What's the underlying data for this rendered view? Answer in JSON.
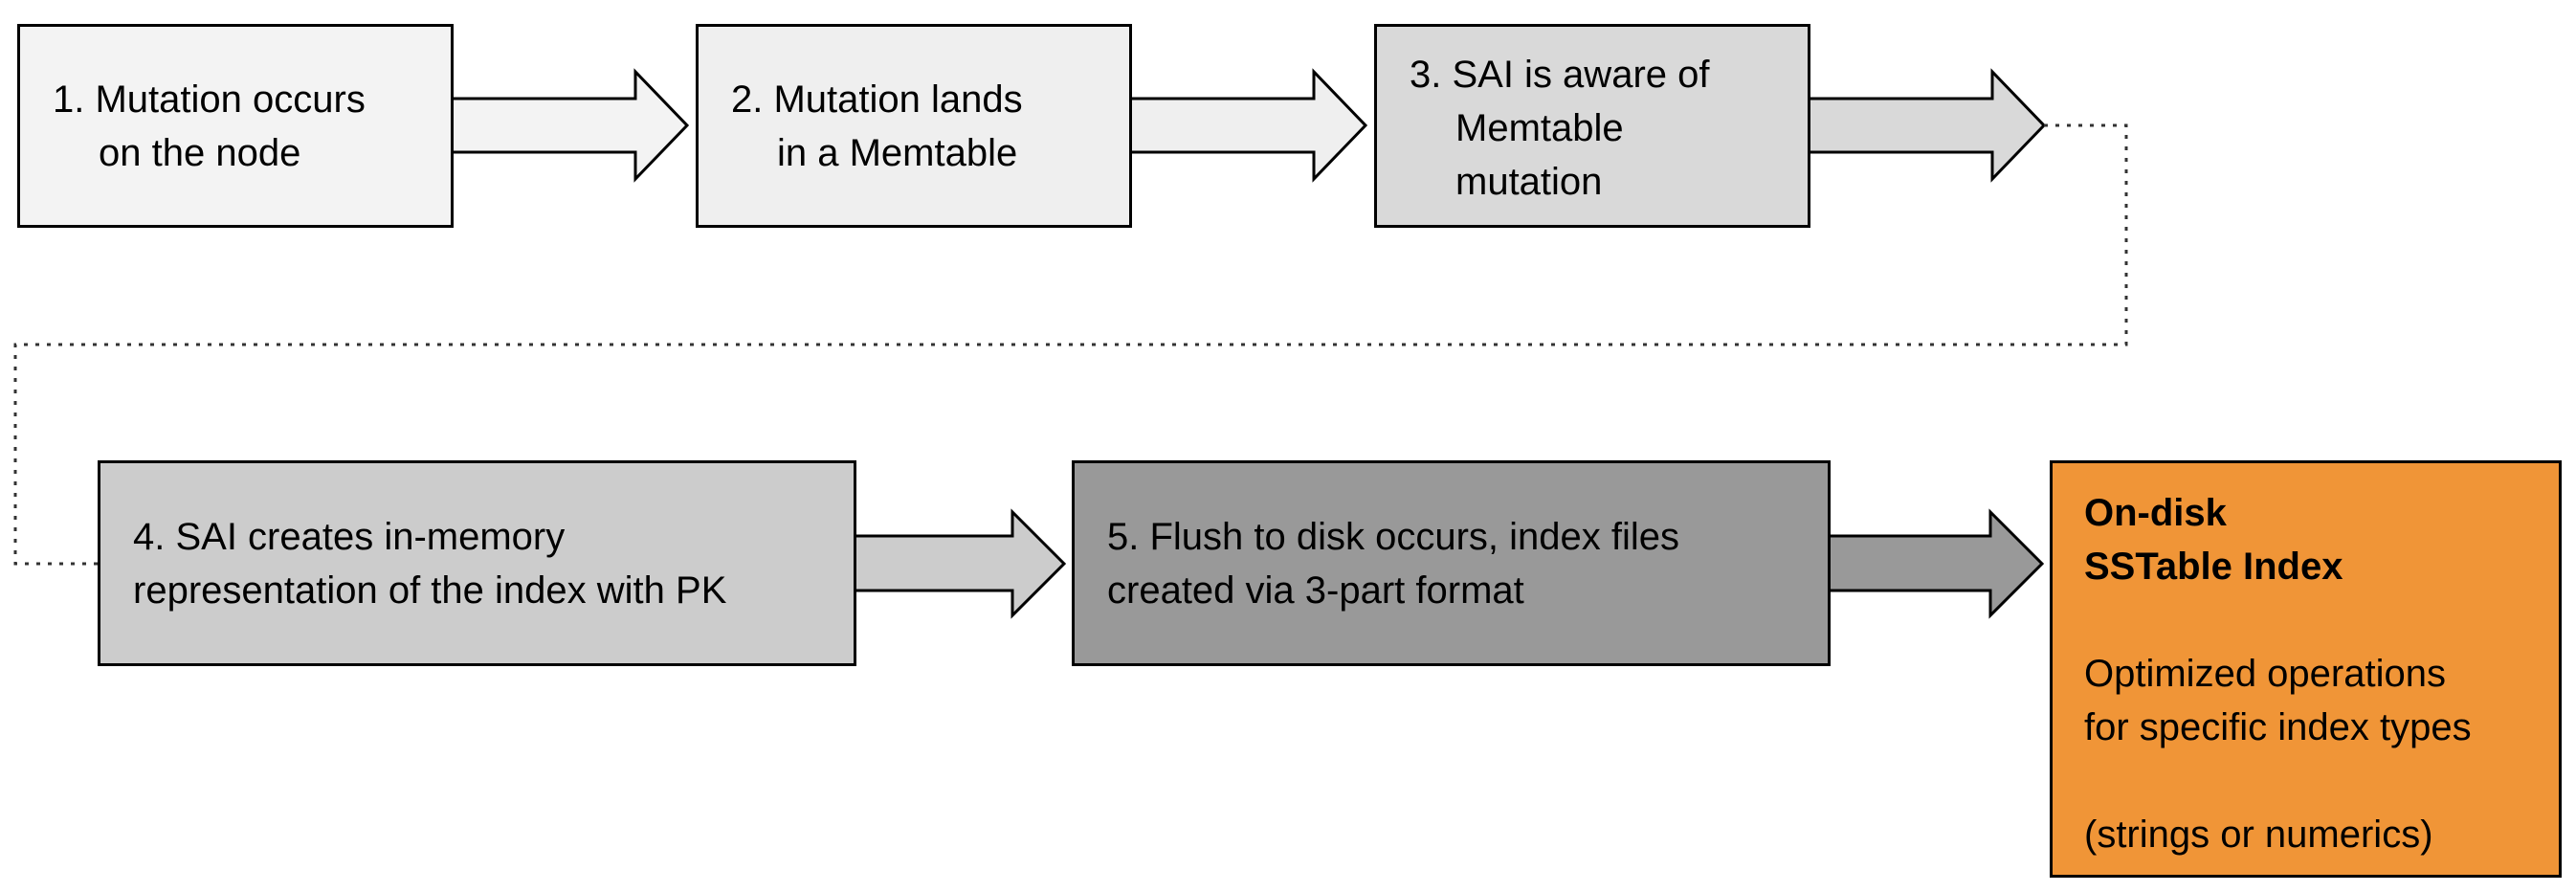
{
  "steps": [
    {
      "id": "1",
      "lines": [
        "1. Mutation occurs",
        "on the node"
      ],
      "fill": "#f3f3f3"
    },
    {
      "id": "2",
      "lines": [
        "2. Mutation lands",
        "in a Memtable"
      ],
      "fill": "#efefef"
    },
    {
      "id": "3",
      "lines": [
        "3. SAI is aware of",
        "Memtable",
        "mutation"
      ],
      "fill": "#d9d9d9"
    },
    {
      "id": "4",
      "lines": [
        "4. SAI creates in-memory",
        "representation of the index with PK"
      ],
      "fill": "#cccccc"
    },
    {
      "id": "5",
      "lines": [
        "5. Flush to disk occurs, index files",
        "created via 3-part format"
      ],
      "fill": "#999999"
    }
  ],
  "result": {
    "title_lines": [
      "On-disk",
      "SSTable Index"
    ],
    "body_lines": [
      "Optimized operations",
      "for specific index types"
    ],
    "note": "(strings or numerics)",
    "fill": "#f09537"
  },
  "colors": {
    "border": "#000000",
    "arrow_1": "#f3f3f3",
    "arrow_2": "#efefef",
    "arrow_3": "#d9d9d9",
    "arrow_4": "#cccccc",
    "arrow_5": "#999999",
    "connector": "#333333"
  }
}
